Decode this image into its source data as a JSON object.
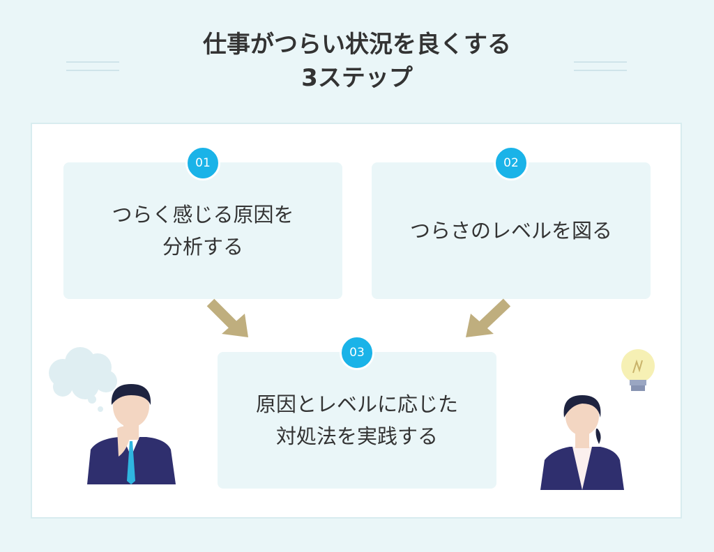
{
  "title": {
    "line1": "仕事がつらい状況を良くする",
    "line2": "3ステップ"
  },
  "steps": [
    {
      "number": "01",
      "lines": [
        "つらく感じる原因を",
        "分析する"
      ]
    },
    {
      "number": "02",
      "lines": [
        "つらさのレベルを図る"
      ]
    },
    {
      "number": "03",
      "lines": [
        "原因とレベルに応じた",
        "対処法を実践する"
      ]
    }
  ],
  "colors": {
    "background": "#eaf6f8",
    "badge": "#1ab3e8",
    "arrow": "#bfae7e",
    "suit": "#2f2f6e",
    "tie": "#2fb6e0"
  },
  "icons": {
    "thought": "thought-cloud-icon",
    "idea": "lightbulb-icon"
  }
}
